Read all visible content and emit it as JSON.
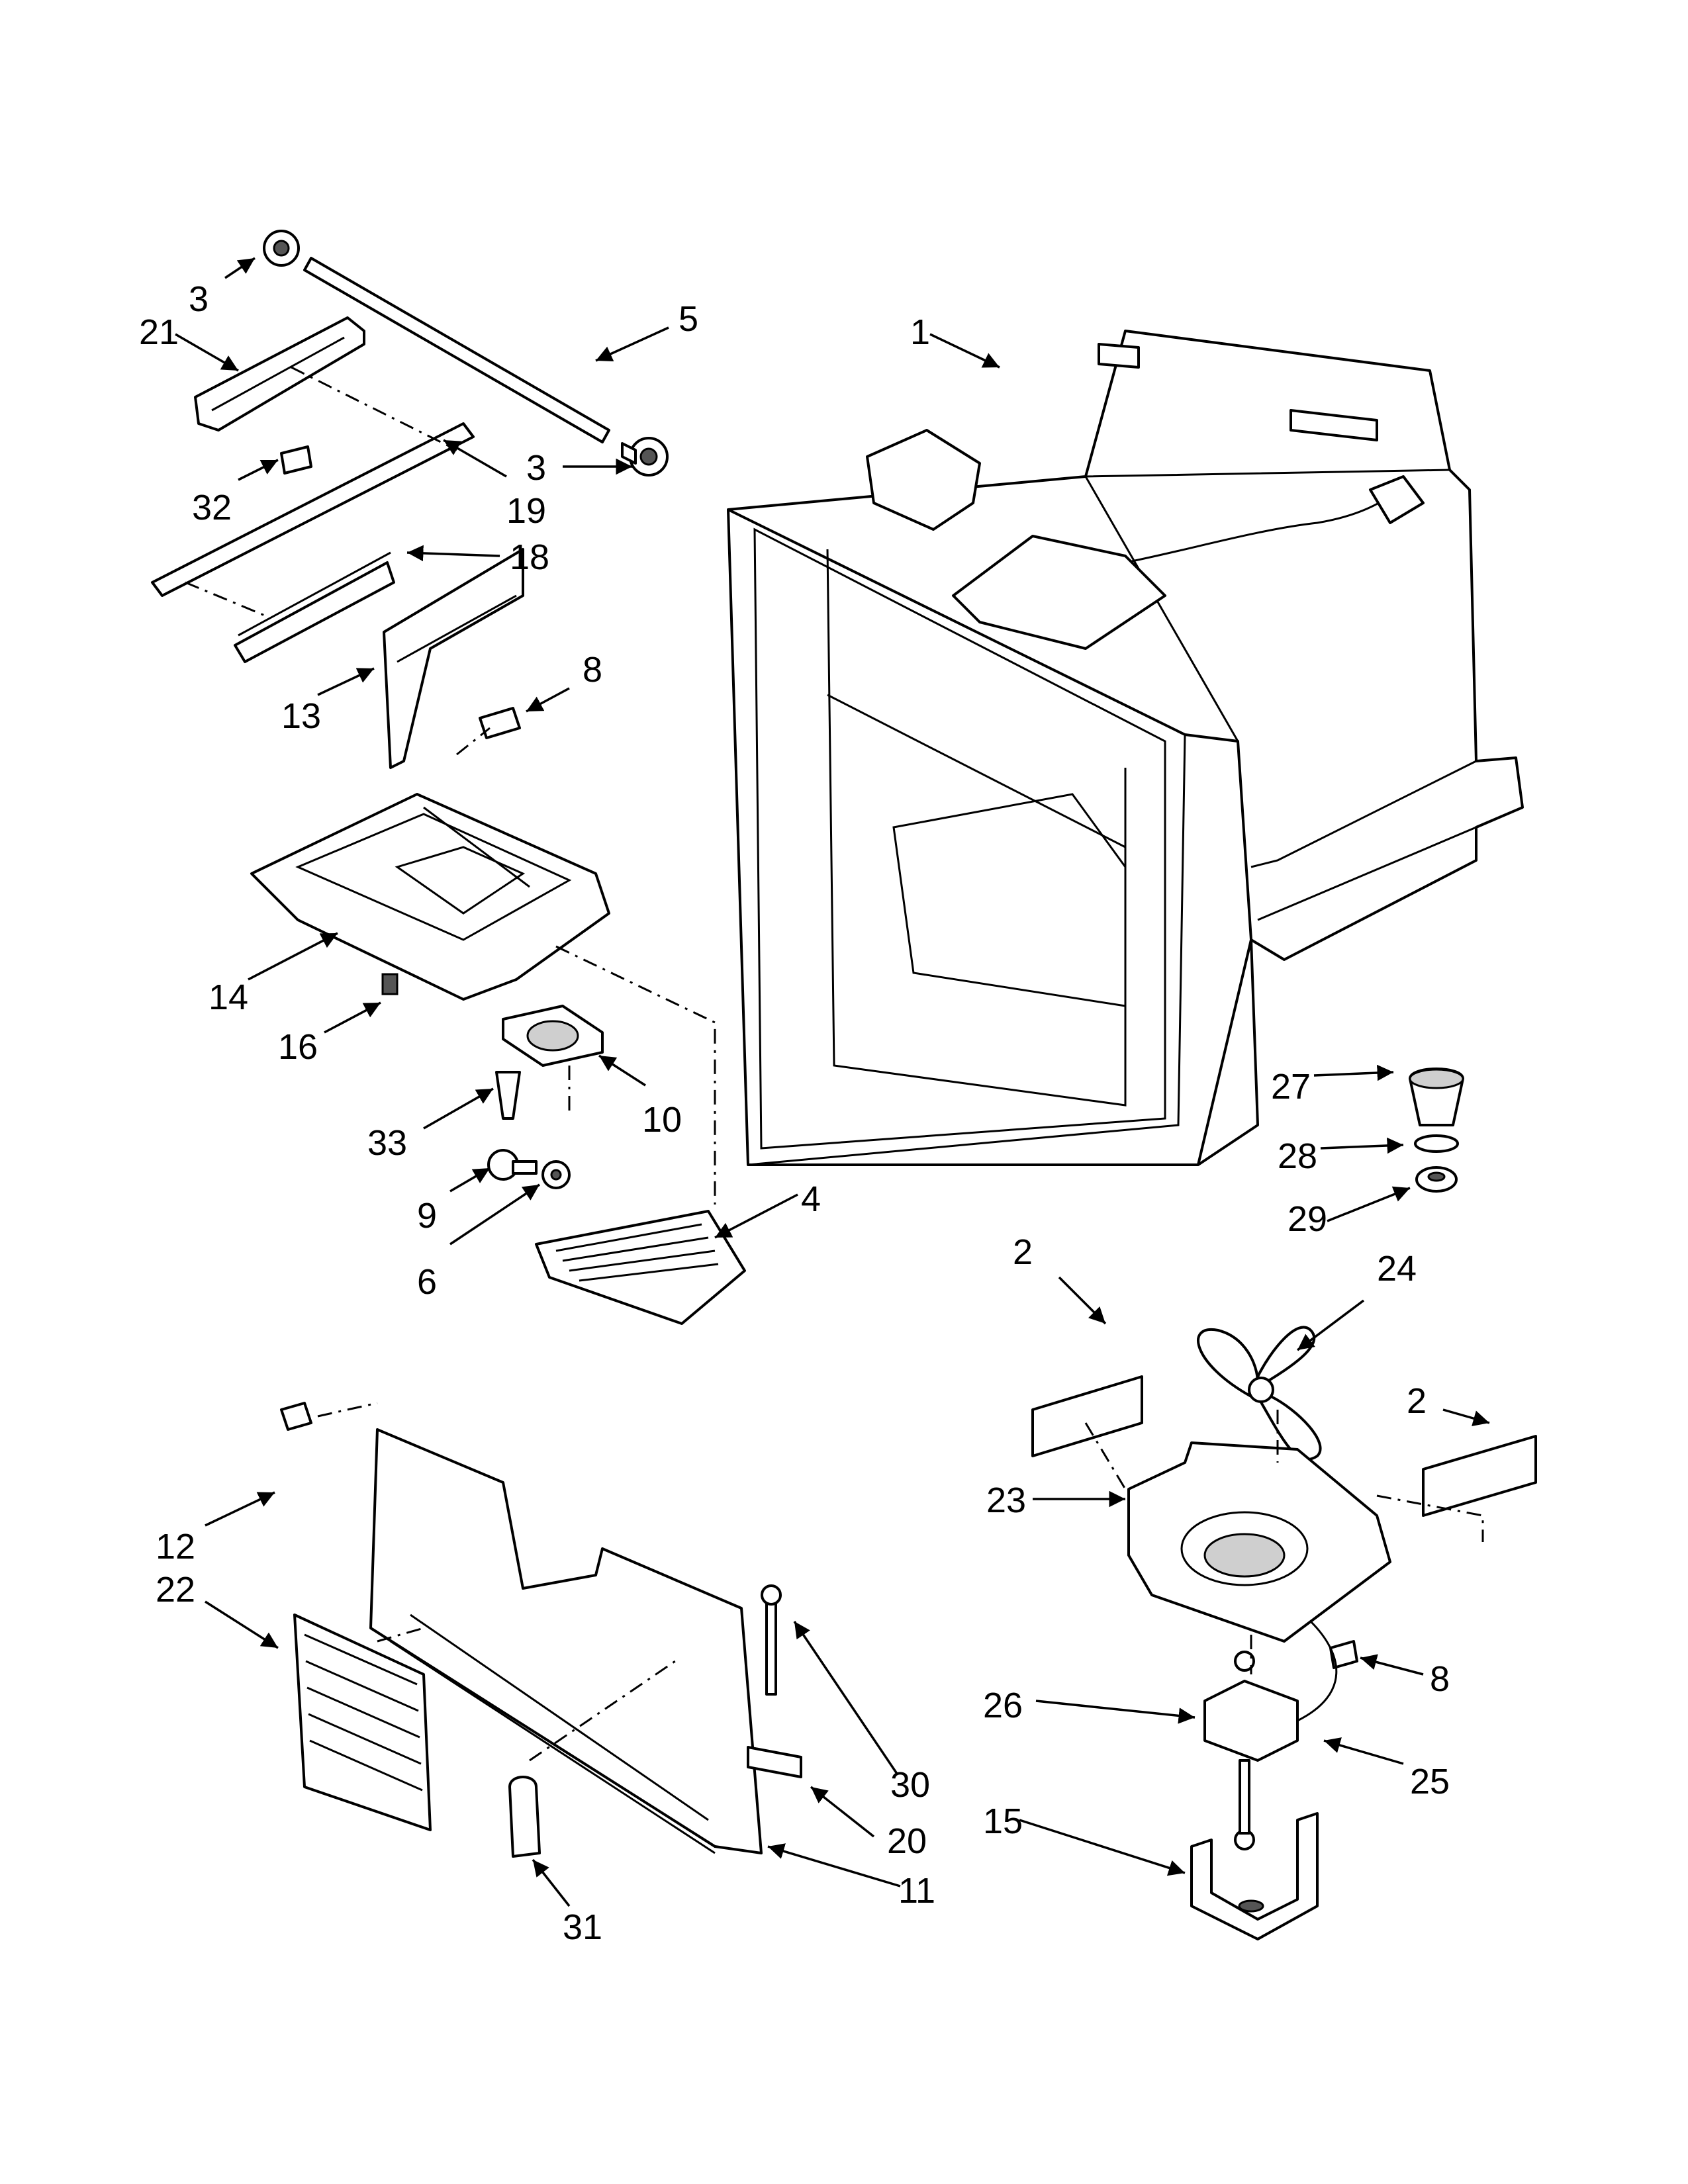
{
  "callouts": [
    {
      "number": "1"
    },
    {
      "number": "2"
    },
    {
      "number": "2"
    },
    {
      "number": "3"
    },
    {
      "number": "3"
    },
    {
      "number": "4"
    },
    {
      "number": "5"
    },
    {
      "number": "6"
    },
    {
      "number": "8"
    },
    {
      "number": "8"
    },
    {
      "number": "9"
    },
    {
      "number": "10"
    },
    {
      "number": "11"
    },
    {
      "number": "12"
    },
    {
      "number": "13"
    },
    {
      "number": "14"
    },
    {
      "number": "15"
    },
    {
      "number": "16"
    },
    {
      "number": "18"
    },
    {
      "number": "19"
    },
    {
      "number": "20"
    },
    {
      "number": "21"
    },
    {
      "number": "22"
    },
    {
      "number": "23"
    },
    {
      "number": "24"
    },
    {
      "number": "25"
    },
    {
      "number": "26"
    },
    {
      "number": "27"
    },
    {
      "number": "28"
    },
    {
      "number": "29"
    },
    {
      "number": "30"
    },
    {
      "number": "31"
    },
    {
      "number": "32"
    },
    {
      "number": "33"
    }
  ]
}
